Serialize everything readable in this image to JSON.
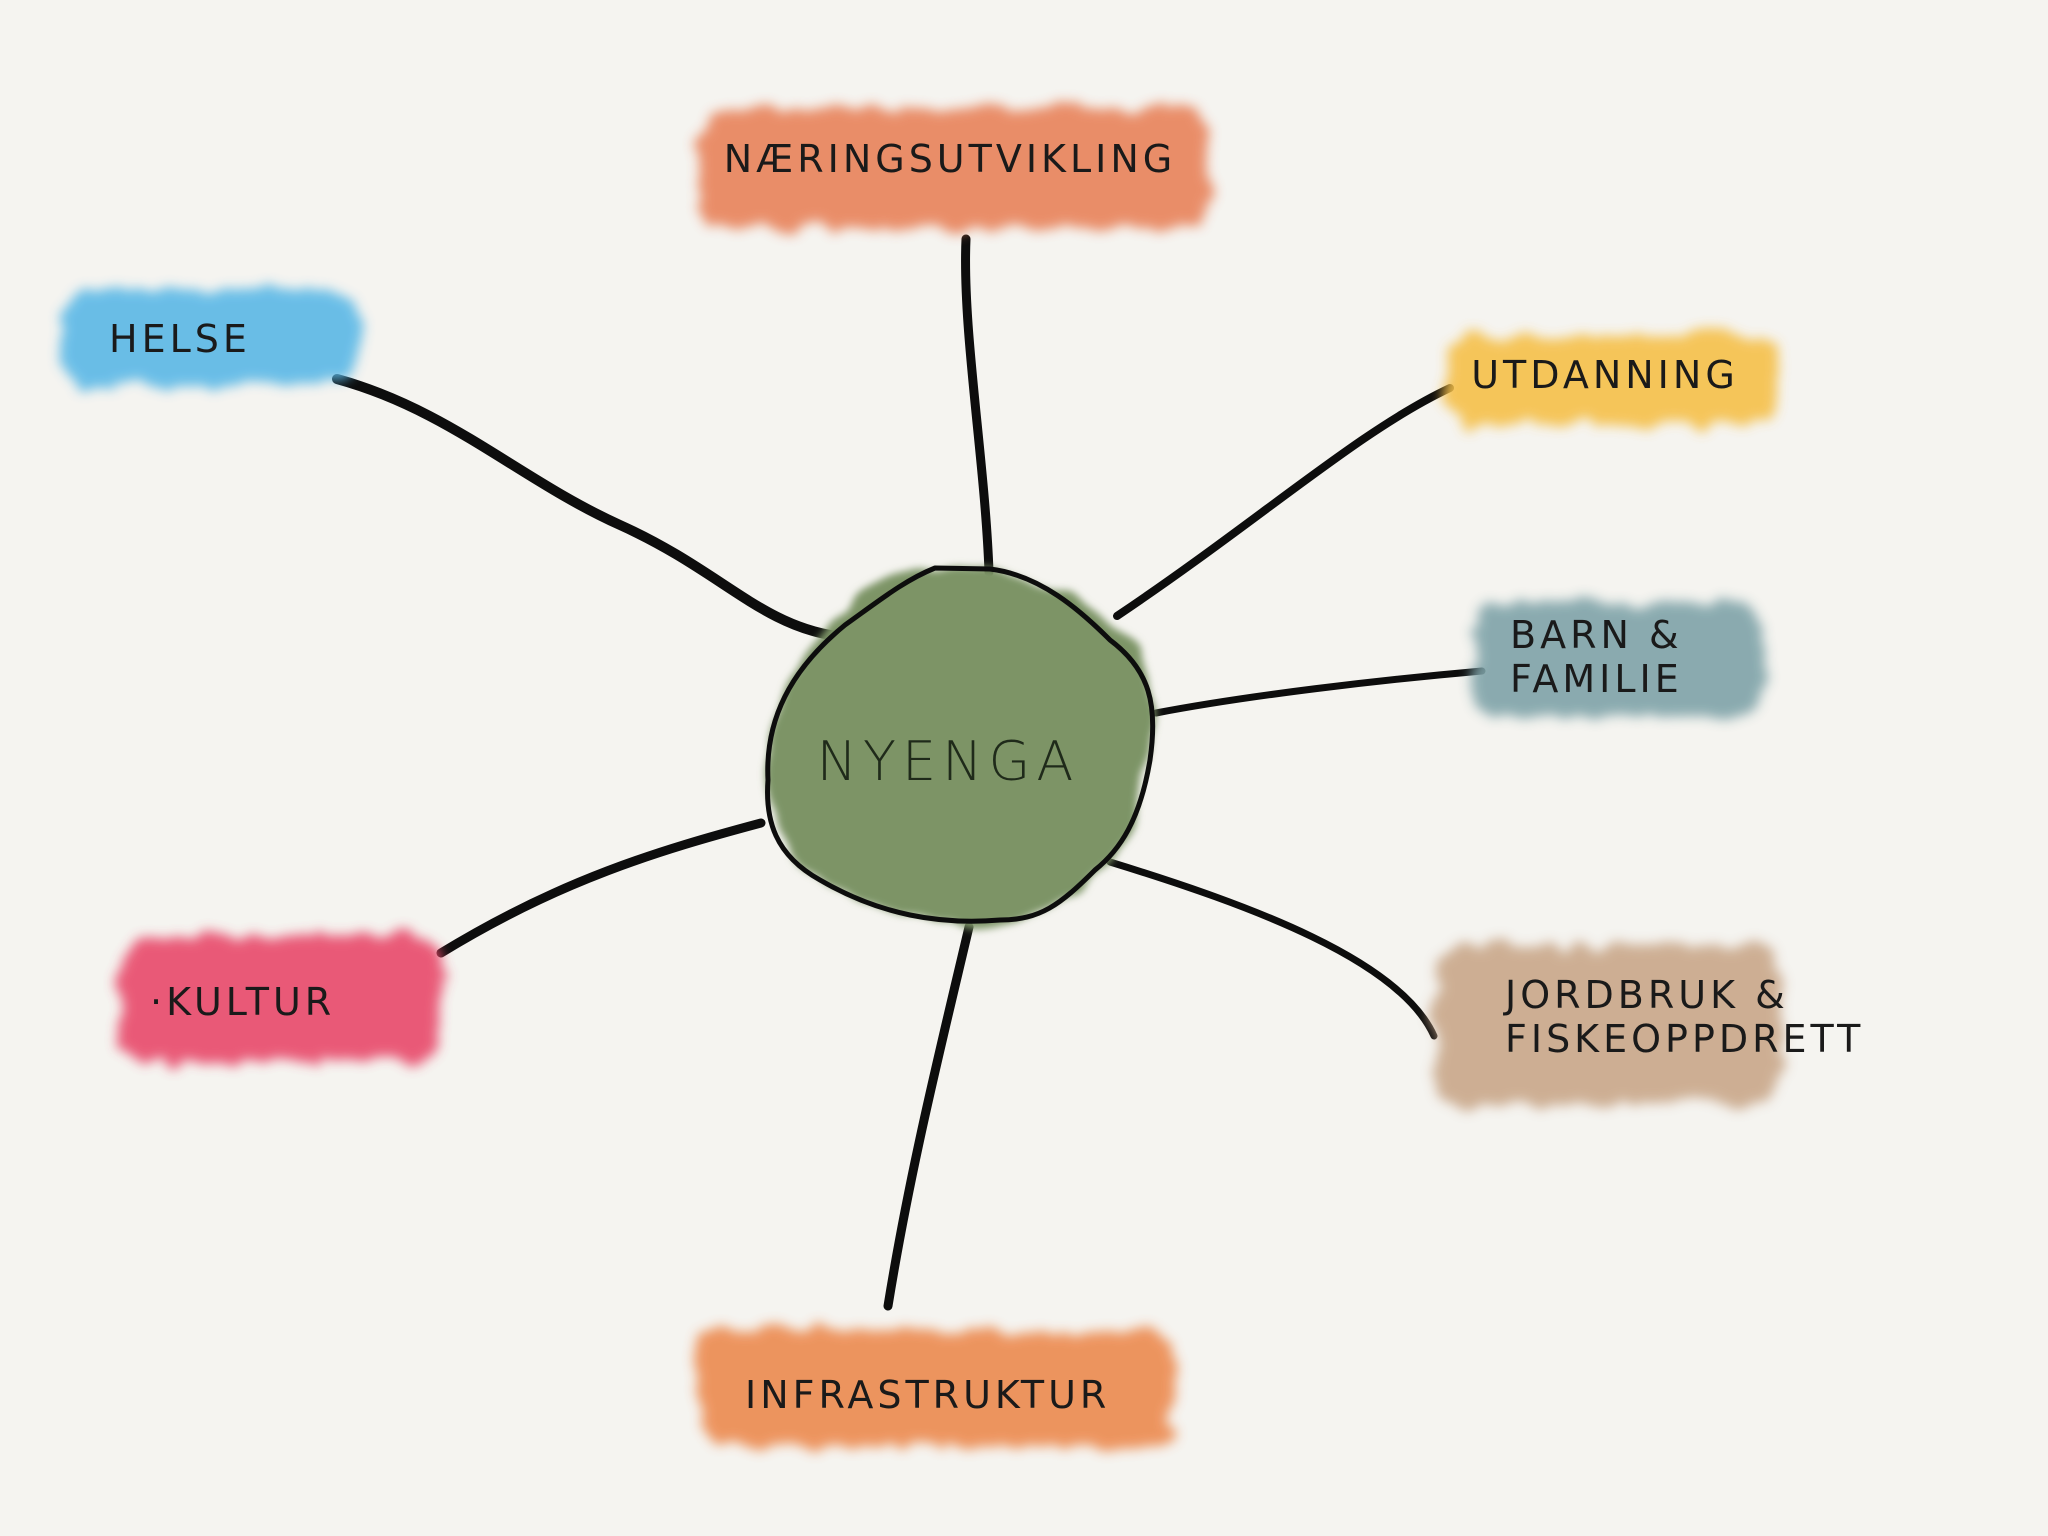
{
  "center": {
    "label": "NYENGA",
    "color": "#7d9466"
  },
  "nodes": [
    {
      "id": "naeringsutvikling",
      "lines": [
        "NÆRINGSUTVIKLING"
      ],
      "color": "#e8825a"
    },
    {
      "id": "helse",
      "lines": [
        "HELSE"
      ],
      "color": "#5ab8e6"
    },
    {
      "id": "utdanning",
      "lines": [
        "UTDANNING"
      ],
      "color": "#f5c04a"
    },
    {
      "id": "barn-familie",
      "lines": [
        "BARN &",
        "FAMILIE"
      ],
      "color": "#7fa3a8"
    },
    {
      "id": "jordbruk-fiskeoppdrett",
      "lines": [
        "JORDBRUK &",
        "FISKEOPPDRETT"
      ],
      "color": "#c9a78a"
    },
    {
      "id": "infrastruktur",
      "lines": [
        "INFRASTRUKTUR"
      ],
      "color": "#ec8a50"
    },
    {
      "id": "kultur",
      "lines": [
        "·KULTUR"
      ],
      "color": "#e84a6a"
    }
  ]
}
